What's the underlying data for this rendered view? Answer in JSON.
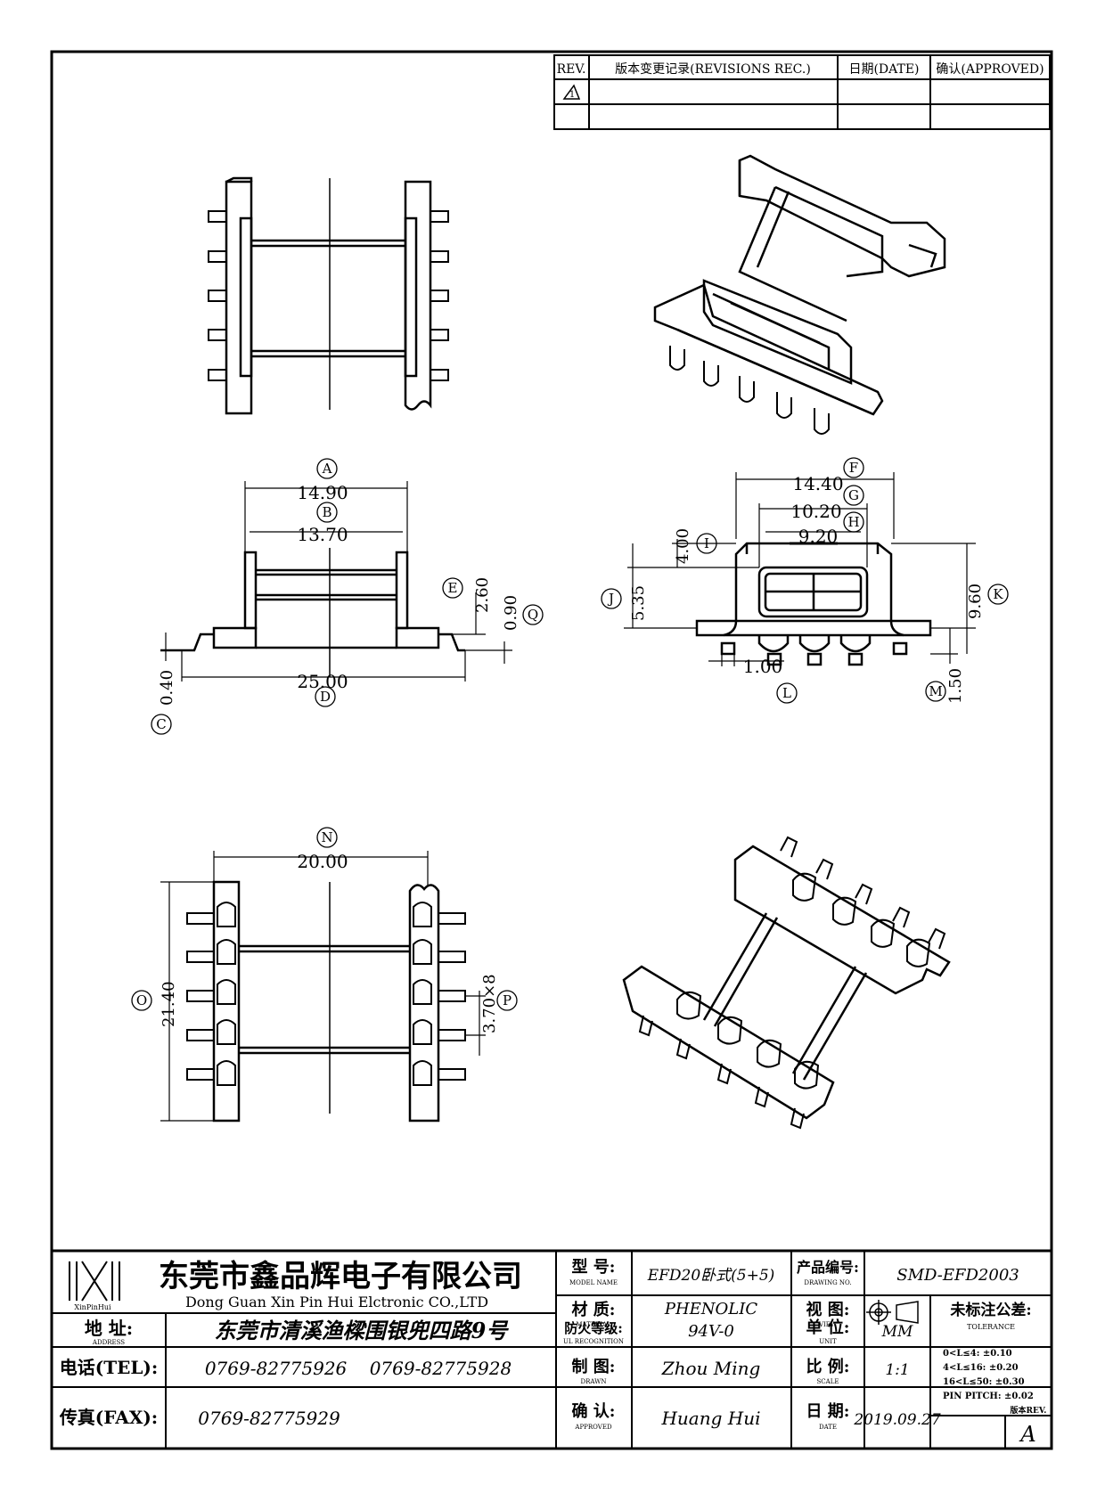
{
  "revision_table": {
    "headers": [
      "REV.",
      "版本变更记录(REVISIONS REC.)",
      "日期(DATE)",
      "确认(APPROVED)"
    ],
    "rev_symbol": "1"
  },
  "dimensions": {
    "A": "A",
    "A_val": "14.90",
    "B": "B",
    "B_val": "13.70",
    "C": "C",
    "C_val": "0.40",
    "D": "D",
    "D_val": "25.00",
    "E": "E",
    "E_val": "2.60",
    "Q": "Q",
    "Q_val": "0.90",
    "F": "F",
    "F_val": "14.40",
    "G": "G",
    "G_val": "10.20",
    "H": "H",
    "H_val": "9.20",
    "I": "I",
    "I_val": "4.00",
    "J": "J",
    "J_val": "5.35",
    "K": "K",
    "K_val": "9.60",
    "L": "L",
    "L_val": "1.00",
    "M": "M",
    "M_val": "1.50",
    "N": "N",
    "N_val": "20.00",
    "O": "O",
    "O_val": "21.40",
    "P": "P",
    "P_val": "3.70×8"
  },
  "title_block": {
    "company_cn": "东莞市鑫品辉电子有限公司",
    "company_en": "Dong Guan Xin Pin Hui Elctronic CO.,LTD",
    "logo_text": "XinPinHui",
    "model_label": "型 号:",
    "model_label_en": "MODEL NAME",
    "model_value": "EFD20卧式(5+5)",
    "drawing_no_label": "产品编号:",
    "drawing_no_label_en": "DRAWING NO.",
    "drawing_no_value": "SMD-EFD2003",
    "material_label": "材 质:",
    "material_label_en": "MATERIAL",
    "material_value": "PHENOLIC",
    "view_label": "视 图:",
    "view_label_en": "VIEW",
    "tolerance_label": "未标注公差:",
    "tolerance_label_en": "TOLERANCE",
    "address_label": "地 址:",
    "address_label_en": "ADDRESS",
    "address_value": "东莞市清溪渔樑围银兜四路9号",
    "ul_label": "防火等级:",
    "ul_label_en": "UL RECOGNITION",
    "ul_value": "94V-0",
    "unit_label": "单 位:",
    "unit_label_en": "UNIT",
    "unit_value": "MM",
    "tel_label": "电话(TEL):",
    "tel_values": "0769-82775926    0769-82775928",
    "drawn_label": "制 图:",
    "drawn_label_en": "DRAWN",
    "drawn_value": "Zhou Ming",
    "scale_label": "比 例:",
    "scale_label_en": "SCALE",
    "scale_value": "1:1",
    "fax_label": "传真(FAX):",
    "fax_value": "0769-82775929",
    "approved_label": "确 认:",
    "approved_label_en": "APPROVED",
    "approved_value": "Huang Hui",
    "date_label": "日 期:",
    "date_label_en": "DATE",
    "date_value": "2019.09.27",
    "rev_label": "版本REV.",
    "rev_value": "A",
    "tolerances": [
      "0<L≤4:  ±0.10",
      "4<L≤16:  ±0.20",
      "16<L≤50:  ±0.30",
      "PIN PITCH:  ±0.02"
    ]
  }
}
